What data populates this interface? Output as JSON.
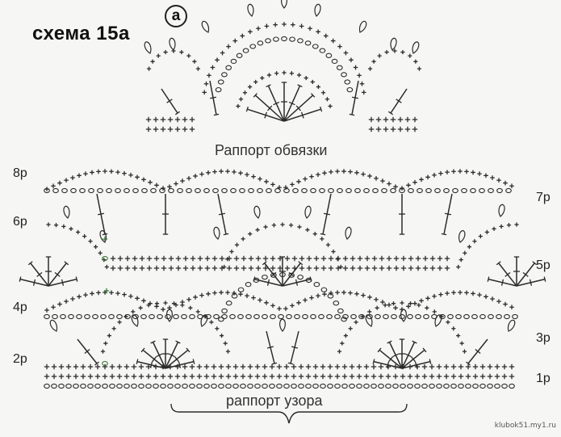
{
  "title": "схема 15a",
  "badge": "a",
  "edging_caption": "Раппорт обвязки",
  "pattern_caption": "раппорт узора",
  "rows_left": [
    "8р",
    "6р",
    "4р",
    "2р"
  ],
  "rows_right": [
    "7р",
    "5р",
    "3р",
    "1р"
  ],
  "watermark": "klubok51.my1.ru",
  "colors": {
    "ink": "#2b2b2b",
    "paper": "#f6f6f4",
    "accent": "#3c7a3c"
  }
}
